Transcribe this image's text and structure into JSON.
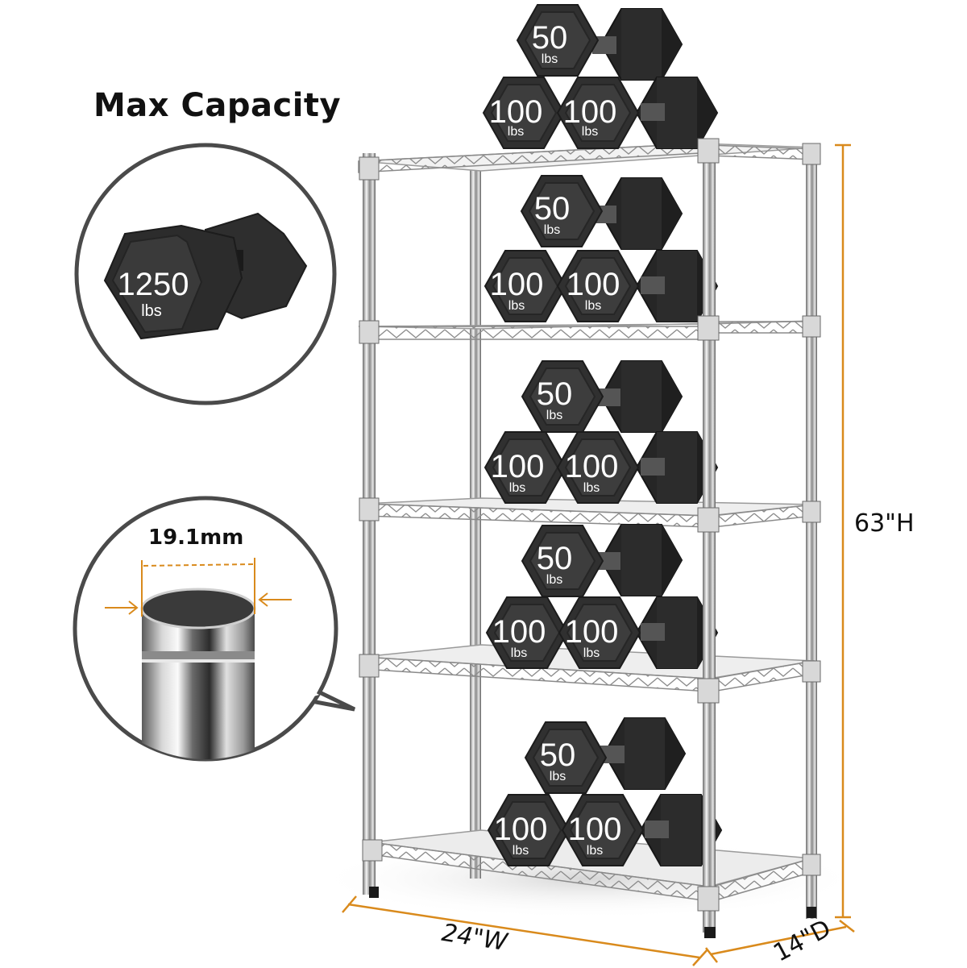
{
  "title": "Max Capacity",
  "callouts": {
    "capacity": {
      "value": "1250",
      "unit": "lbs"
    },
    "pole_diameter": {
      "label": "19.1mm"
    }
  },
  "dimensions": {
    "height": "63\"H",
    "width": "24\"W",
    "depth": "14\"D"
  },
  "shelves": [
    {
      "weights": [
        {
          "value": "50",
          "unit": "lbs"
        },
        {
          "value": "100",
          "unit": "lbs"
        },
        {
          "value": "100",
          "unit": "lbs"
        }
      ]
    },
    {
      "weights": [
        {
          "value": "50",
          "unit": "lbs"
        },
        {
          "value": "100",
          "unit": "lbs"
        },
        {
          "value": "100",
          "unit": "lbs"
        }
      ]
    },
    {
      "weights": [
        {
          "value": "50",
          "unit": "lbs"
        },
        {
          "value": "100",
          "unit": "lbs"
        },
        {
          "value": "100",
          "unit": "lbs"
        }
      ]
    },
    {
      "weights": [
        {
          "value": "50",
          "unit": "lbs"
        },
        {
          "value": "100",
          "unit": "lbs"
        },
        {
          "value": "100",
          "unit": "lbs"
        }
      ]
    },
    {
      "weights": [
        {
          "value": "50",
          "unit": "lbs"
        },
        {
          "value": "100",
          "unit": "lbs"
        },
        {
          "value": "100",
          "unit": "lbs"
        }
      ]
    }
  ],
  "colors": {
    "accent": "#d98a1c",
    "dumbbell": "#2e2e2e",
    "dumbbell_face": "#3a3a3a",
    "chrome": "#b9b9b9",
    "outline": "#4a4a4a"
  }
}
